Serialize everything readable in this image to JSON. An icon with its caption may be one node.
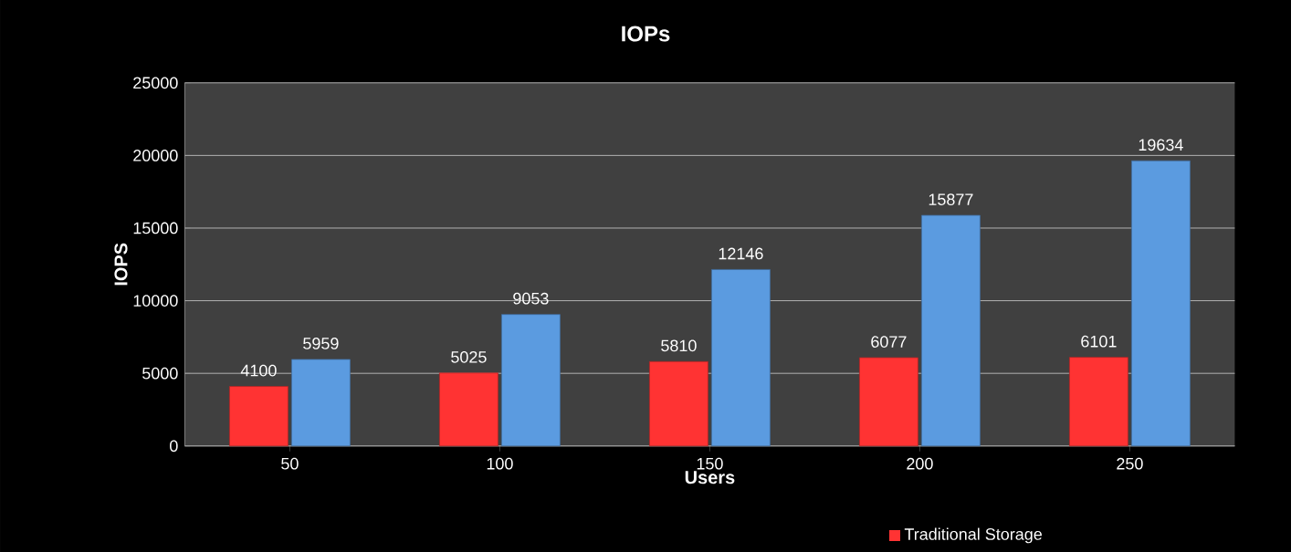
{
  "diagram": {
    "chart_data": {
      "type": "bar",
      "title": "IOPs",
      "xlabel": "Users",
      "ylabel": "IOPS",
      "categories": [
        "50",
        "100",
        "150",
        "200",
        "250"
      ],
      "series": [
        {
          "name": "Traditional Storage",
          "color": "#ff3333",
          "values": [
            4100,
            5025,
            5810,
            6077,
            6101
          ]
        },
        {
          "color": "#5b9be0",
          "values": [
            5959,
            9053,
            12146,
            15877,
            19634
          ]
        }
      ],
      "ylim": [
        0,
        25000
      ],
      "yticks": [
        0,
        5000,
        10000,
        15000,
        20000,
        25000
      ],
      "data_labels": true,
      "grid": true
    }
  }
}
